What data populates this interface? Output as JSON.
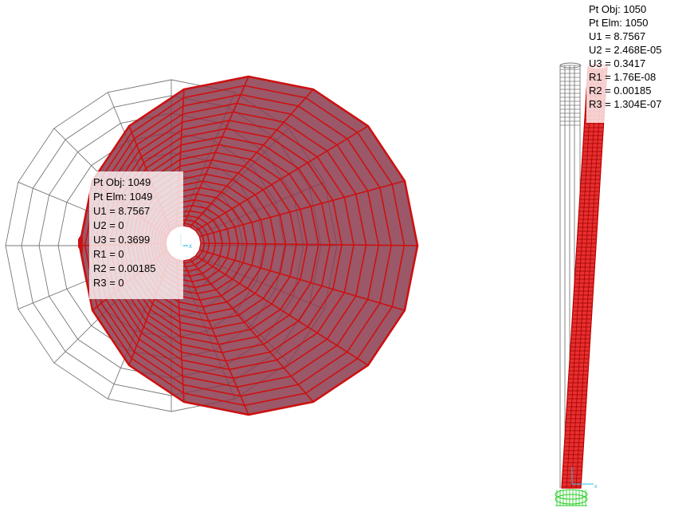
{
  "views": {
    "plan": {
      "label": "plan-view",
      "undeformed_color": "#777777",
      "deformed_color": "#cc1111",
      "deformed_fill": "#8a3b4e",
      "tooltip": {
        "lines": [
          "Pt Obj: 1049",
          "Pt Elm: 1049",
          "U1 =  8.7567",
          "U2 =  0",
          "U3 =  0.3699",
          "R1 =  0",
          "R2 =  0.00185",
          "R3 =  0"
        ]
      },
      "axis_label": "x"
    },
    "elevation": {
      "label": "elevation-view",
      "undeformed_color": "#777777",
      "deformed_color": "#e00000",
      "support_color": "#22cc22",
      "tooltip": {
        "lines": [
          "Pt Obj: 1050",
          "Pt Elm: 1050",
          "U1 =  8.7567",
          "U2 =  2.468E-05",
          "U3 =  0.3417",
          "R1 =  1.76E-08",
          "R2 =  0.00185",
          "R3 =  1.304E-07"
        ]
      },
      "axis_label": "x"
    }
  },
  "colors": {
    "background": "#ffffff",
    "axis": "#33bbdd"
  }
}
